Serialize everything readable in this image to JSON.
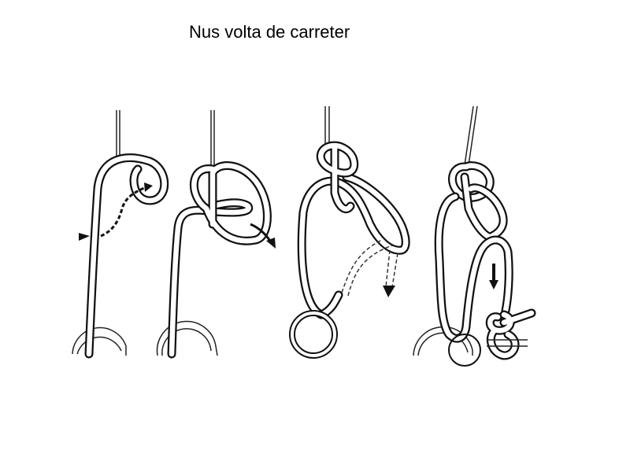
{
  "title": "Nus volta de carreter",
  "steps": [
    {
      "name": "step-1"
    },
    {
      "name": "step-2"
    },
    {
      "name": "step-3"
    },
    {
      "name": "step-4"
    }
  ]
}
